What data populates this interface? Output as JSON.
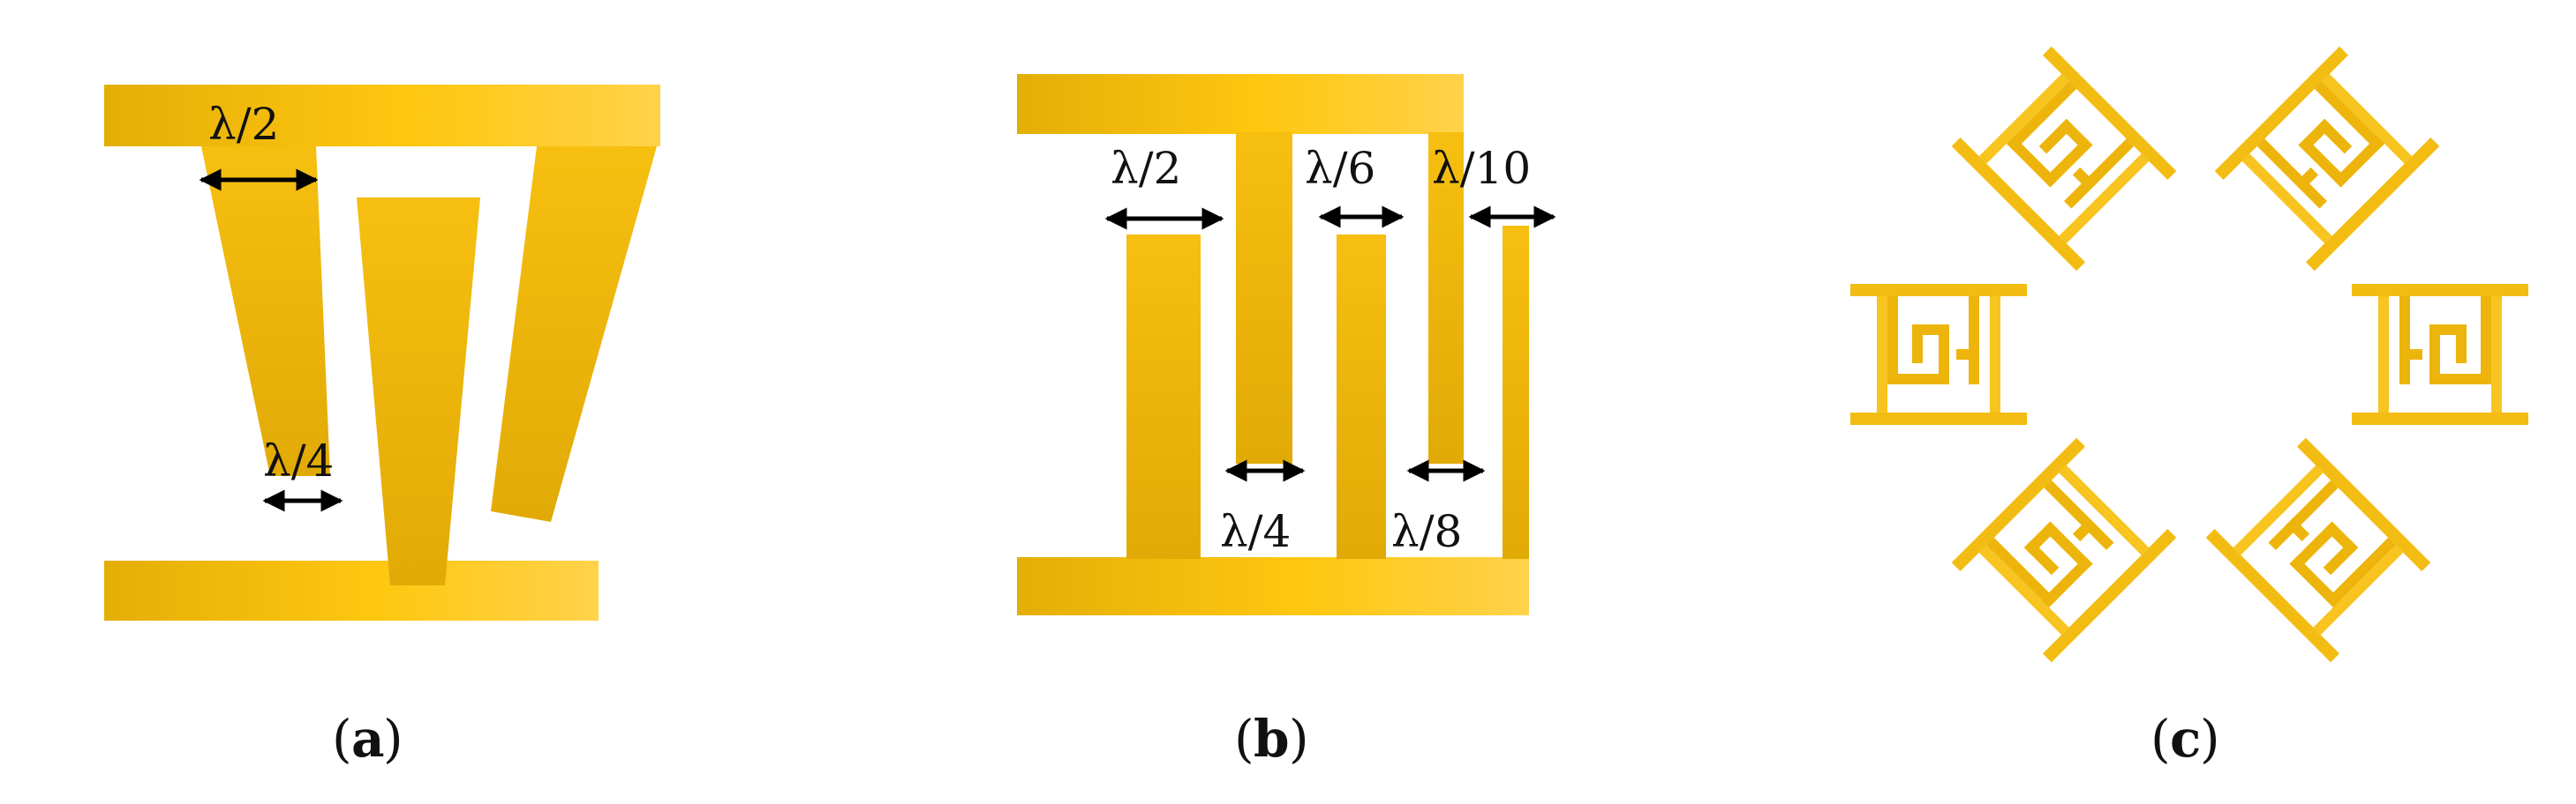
{
  "colors": {
    "gold_light": "#FFCB1A",
    "gold_mid": "#F2B90C",
    "gold_dark": "#DDA807",
    "arrow": "#000000",
    "text": "#111111"
  },
  "panel_a": {
    "caption_letter": "a",
    "labels": {
      "top_width": "λ/2",
      "bottom_width": "λ/4"
    }
  },
  "panel_b": {
    "caption_letter": "b",
    "labels": {
      "half": "λ/2",
      "quarter": "λ/4",
      "sixth": "λ/6",
      "eighth": "λ/8",
      "tenth": "λ/10"
    }
  },
  "panel_c": {
    "caption_letter": "c"
  }
}
